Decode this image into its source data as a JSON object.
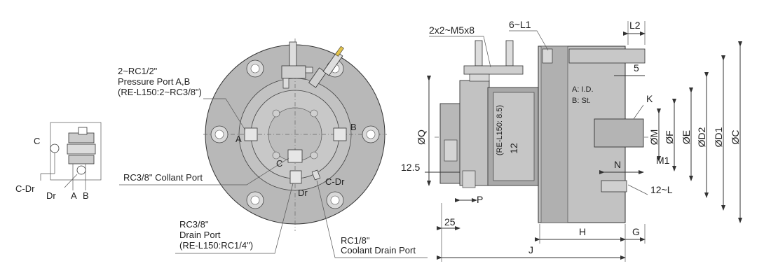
{
  "colors": {
    "body_fill": "#b8b8b8",
    "inner_fill": "#c8c8c8",
    "dark_fill": "#9a9a9a",
    "line": "#333333",
    "accent_fitting": "#e2c24a"
  },
  "schematic": {
    "port_c": "C",
    "port_c_dr": "C-Dr",
    "port_dr": "Dr",
    "port_a": "A",
    "port_b": "B"
  },
  "front_view": {
    "pressure_port_line1": "2~RC1/2\"",
    "pressure_port_line2": "Pressure Port A,B",
    "pressure_port_line3": "(RE-L150:2~RC3/8\")",
    "label_a": "A",
    "label_b": "B",
    "label_c": "C",
    "label_dr": "Dr",
    "label_c_dr": "C-Dr",
    "collant_port": "RC3/8\" Collant Port",
    "drain_port_line1": "RC3/8\"",
    "drain_port_line2": "Drain Port",
    "drain_port_line3": "(RE-L150:RC1/4\")",
    "coolant_drain_line1": "RC1/8\"",
    "coolant_drain_line2": "Coolant Drain Port"
  },
  "side_view": {
    "screw_label": "2x2~M5x8",
    "hole_label": "6~L1",
    "dim_l2": "L2",
    "dim_5": "5",
    "note_a": "A: I.D.",
    "note_b": "B: St.",
    "dim_k": "K",
    "dim_q": "ØQ",
    "rotated_note": "(RE-L150: 8.5)",
    "dim_12": "12",
    "dim_12_5": "12.5",
    "dim_p": "P",
    "dim_25": "25",
    "dim_n": "N",
    "dim_m1": "M1",
    "dim_12l": "12~L",
    "dim_h": "H",
    "dim_g": "G",
    "dim_j": "J",
    "dim_m": "ØM",
    "dim_f": "ØF",
    "dim_e": "ØE",
    "dim_d2": "ØD2",
    "dim_d1": "ØD1",
    "dim_c": "ØC"
  }
}
